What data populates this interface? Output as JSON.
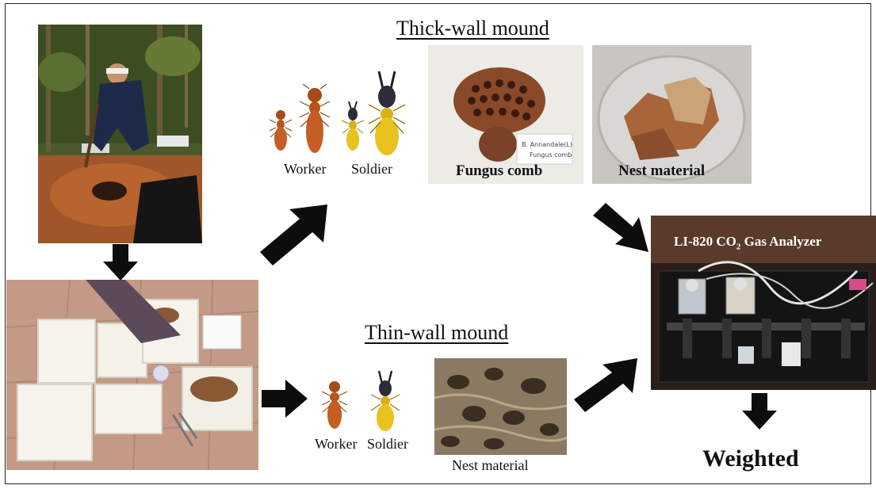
{
  "headings": {
    "thick": "Thick-wall mound",
    "thin": "Thin-wall mound"
  },
  "labels": {
    "thick_worker": "Worker",
    "thick_soldier": "Soldier",
    "fungus_comb": "Fungus comb",
    "thick_nest": "Nest material",
    "thin_worker": "Worker",
    "thin_soldier": "Soldier",
    "thin_nest": "Nest material",
    "analyzer_prefix": "LI-820 CO",
    "analyzer_sub": "2",
    "analyzer_suffix": " Gas Analyzer",
    "final": "Weighted",
    "comb_note": "B. Annandale(L) Fungus comb"
  },
  "colors": {
    "arrow": "#0d0d0d",
    "frame": "#222222",
    "worker_body": "#b8531c",
    "soldier_body": "#e8c21e",
    "soldier_head": "#2b2b3a"
  }
}
